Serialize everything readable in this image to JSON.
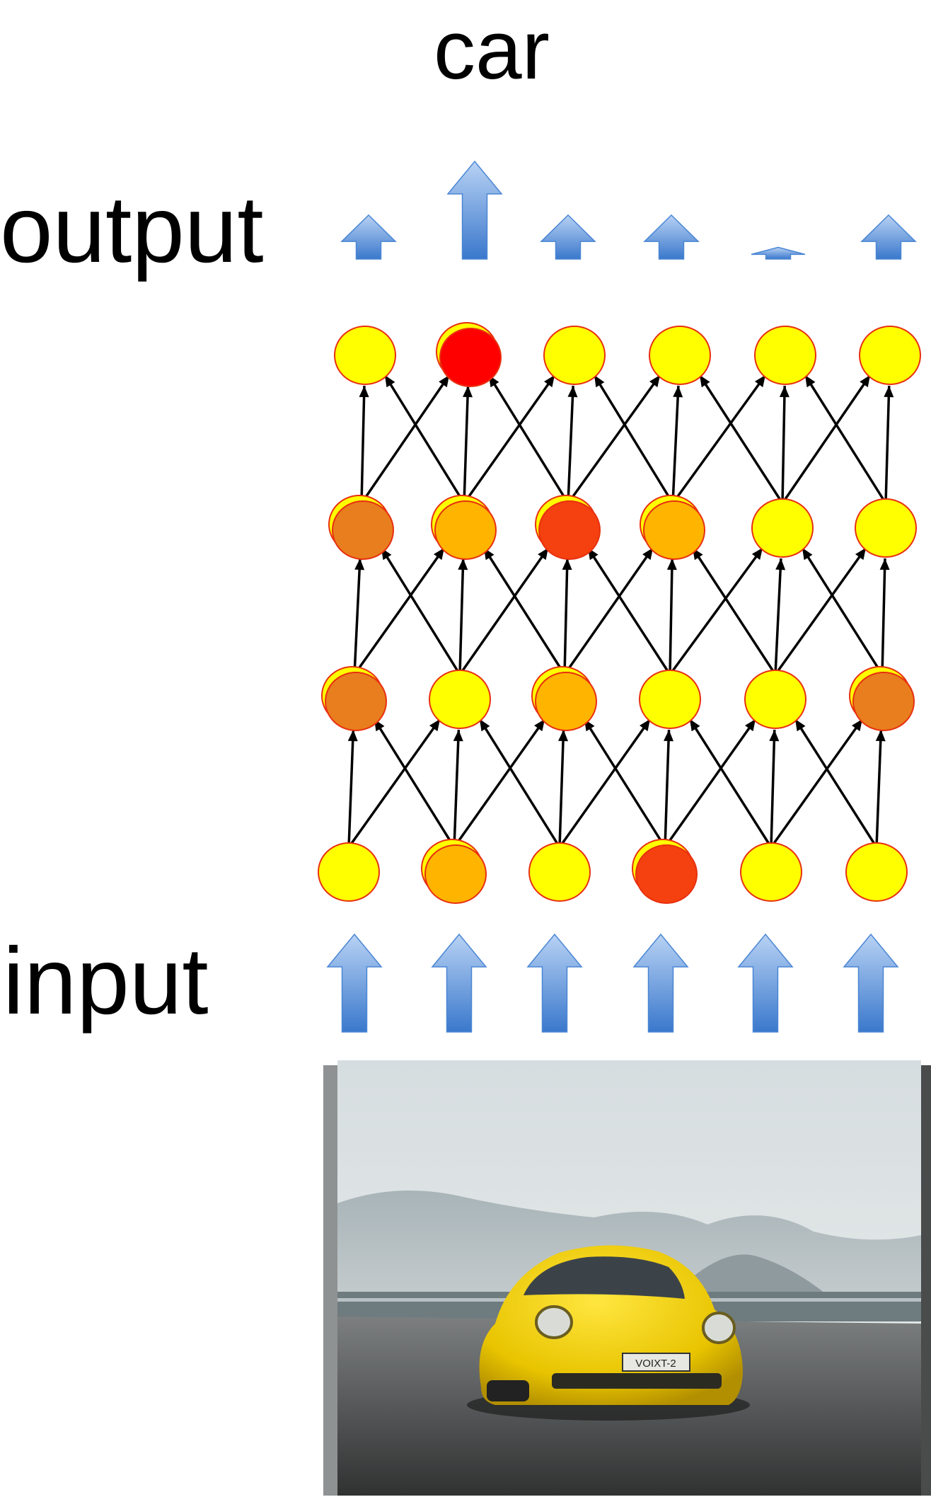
{
  "labels": {
    "top": "car",
    "output": "output",
    "input": "input"
  },
  "network": {
    "layers": [
      {
        "name": "input-layer",
        "activations": [
          0.1,
          0.55,
          0.1,
          0.95,
          0.1,
          0.1
        ]
      },
      {
        "name": "hidden-layer-1",
        "activations": [
          0.75,
          0.1,
          0.55,
          0.1,
          0.1,
          0.75
        ]
      },
      {
        "name": "hidden-layer-2",
        "activations": [
          0.75,
          0.55,
          0.95,
          0.55,
          0.1,
          0.1
        ]
      },
      {
        "name": "output-layer",
        "activations": [
          0.1,
          1.0,
          0.1,
          0.1,
          0.1,
          0.1
        ]
      }
    ],
    "connectivity": "each node connects to the nodes directly above, above-left and above-right",
    "output_strengths": [
      0.45,
      1.0,
      0.45,
      0.45,
      0.12,
      0.45
    ],
    "input_strengths": [
      1,
      1,
      1,
      1,
      1,
      1
    ]
  },
  "input_image": {
    "subject": "yellow sports car on road",
    "plate_text": "VOIXT-2"
  },
  "colors": {
    "low_activation": "#ffff00",
    "medium_activation": "#ffb400",
    "high_activation": "#e87e1e",
    "very_high_activation": "#f4410f",
    "max_activation": "#ff0000",
    "node_outline": "#e83010",
    "arrow_blue_light": "#a9c8f0",
    "arrow_blue_dark": "#3f7fd0",
    "connection": "#000000"
  }
}
